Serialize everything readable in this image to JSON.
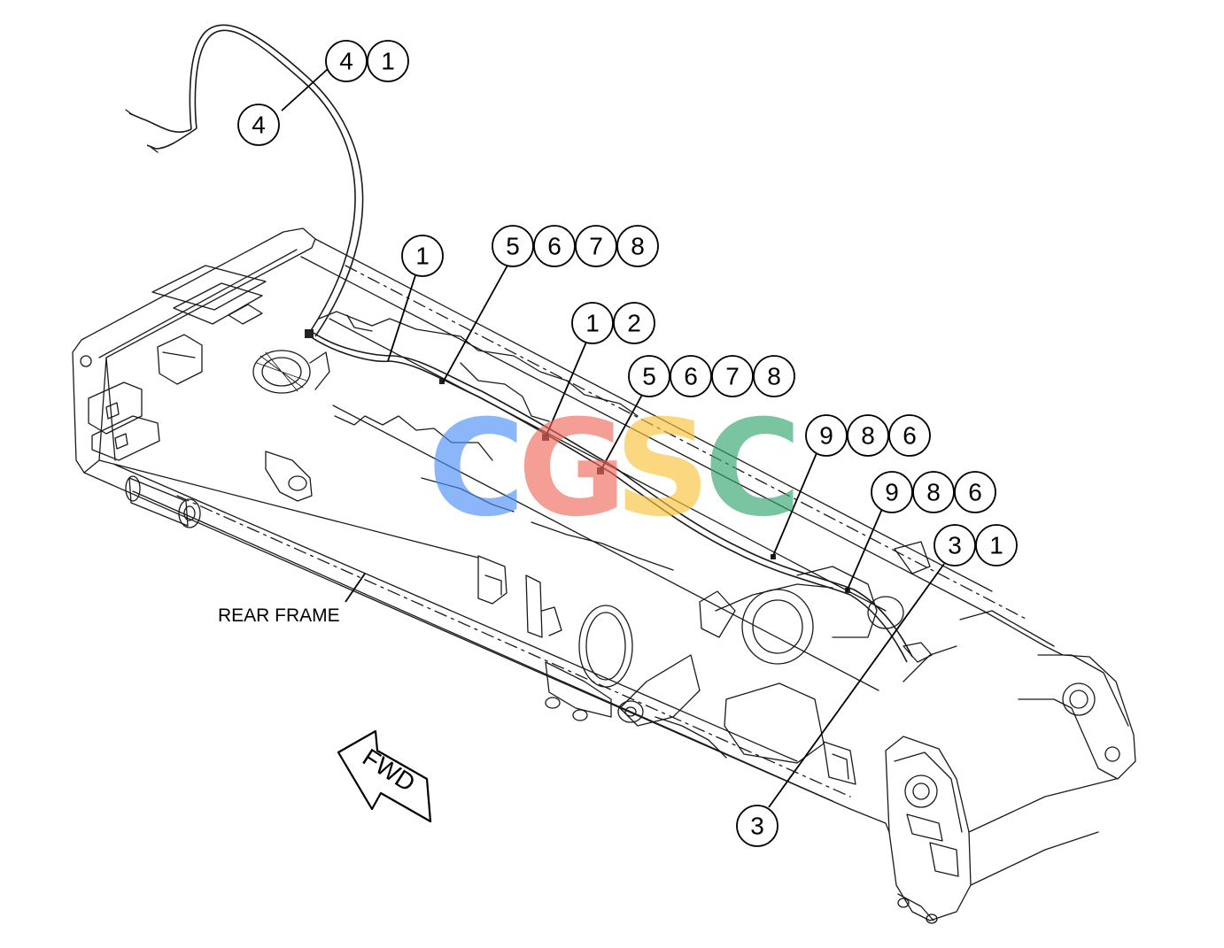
{
  "labels": {
    "rear_frame": "REAR FRAME",
    "fwd_arrow": "FWD"
  },
  "callouts": [
    {
      "id": "c-4-1",
      "numbers": [
        "4",
        "1"
      ]
    },
    {
      "id": "c-4",
      "numbers": [
        "4"
      ]
    },
    {
      "id": "c-1",
      "numbers": [
        "1"
      ]
    },
    {
      "id": "c-5678-a",
      "numbers": [
        "5",
        "6",
        "7",
        "8"
      ]
    },
    {
      "id": "c-1-2",
      "numbers": [
        "1",
        "2"
      ]
    },
    {
      "id": "c-5678-b",
      "numbers": [
        "5",
        "6",
        "7",
        "8"
      ]
    },
    {
      "id": "c-986-a",
      "numbers": [
        "9",
        "8",
        "6"
      ]
    },
    {
      "id": "c-986-b",
      "numbers": [
        "9",
        "8",
        "6"
      ]
    },
    {
      "id": "c-3-1",
      "numbers": [
        "3",
        "1"
      ]
    },
    {
      "id": "c-3",
      "numbers": [
        "3"
      ]
    }
  ],
  "watermark": {
    "letters": [
      "C",
      "G",
      "S",
      "C"
    ],
    "colors": [
      "#4f8ff7",
      "#f06a5e",
      "#f9c33a",
      "#34a56f"
    ],
    "opacity": 0.65
  }
}
